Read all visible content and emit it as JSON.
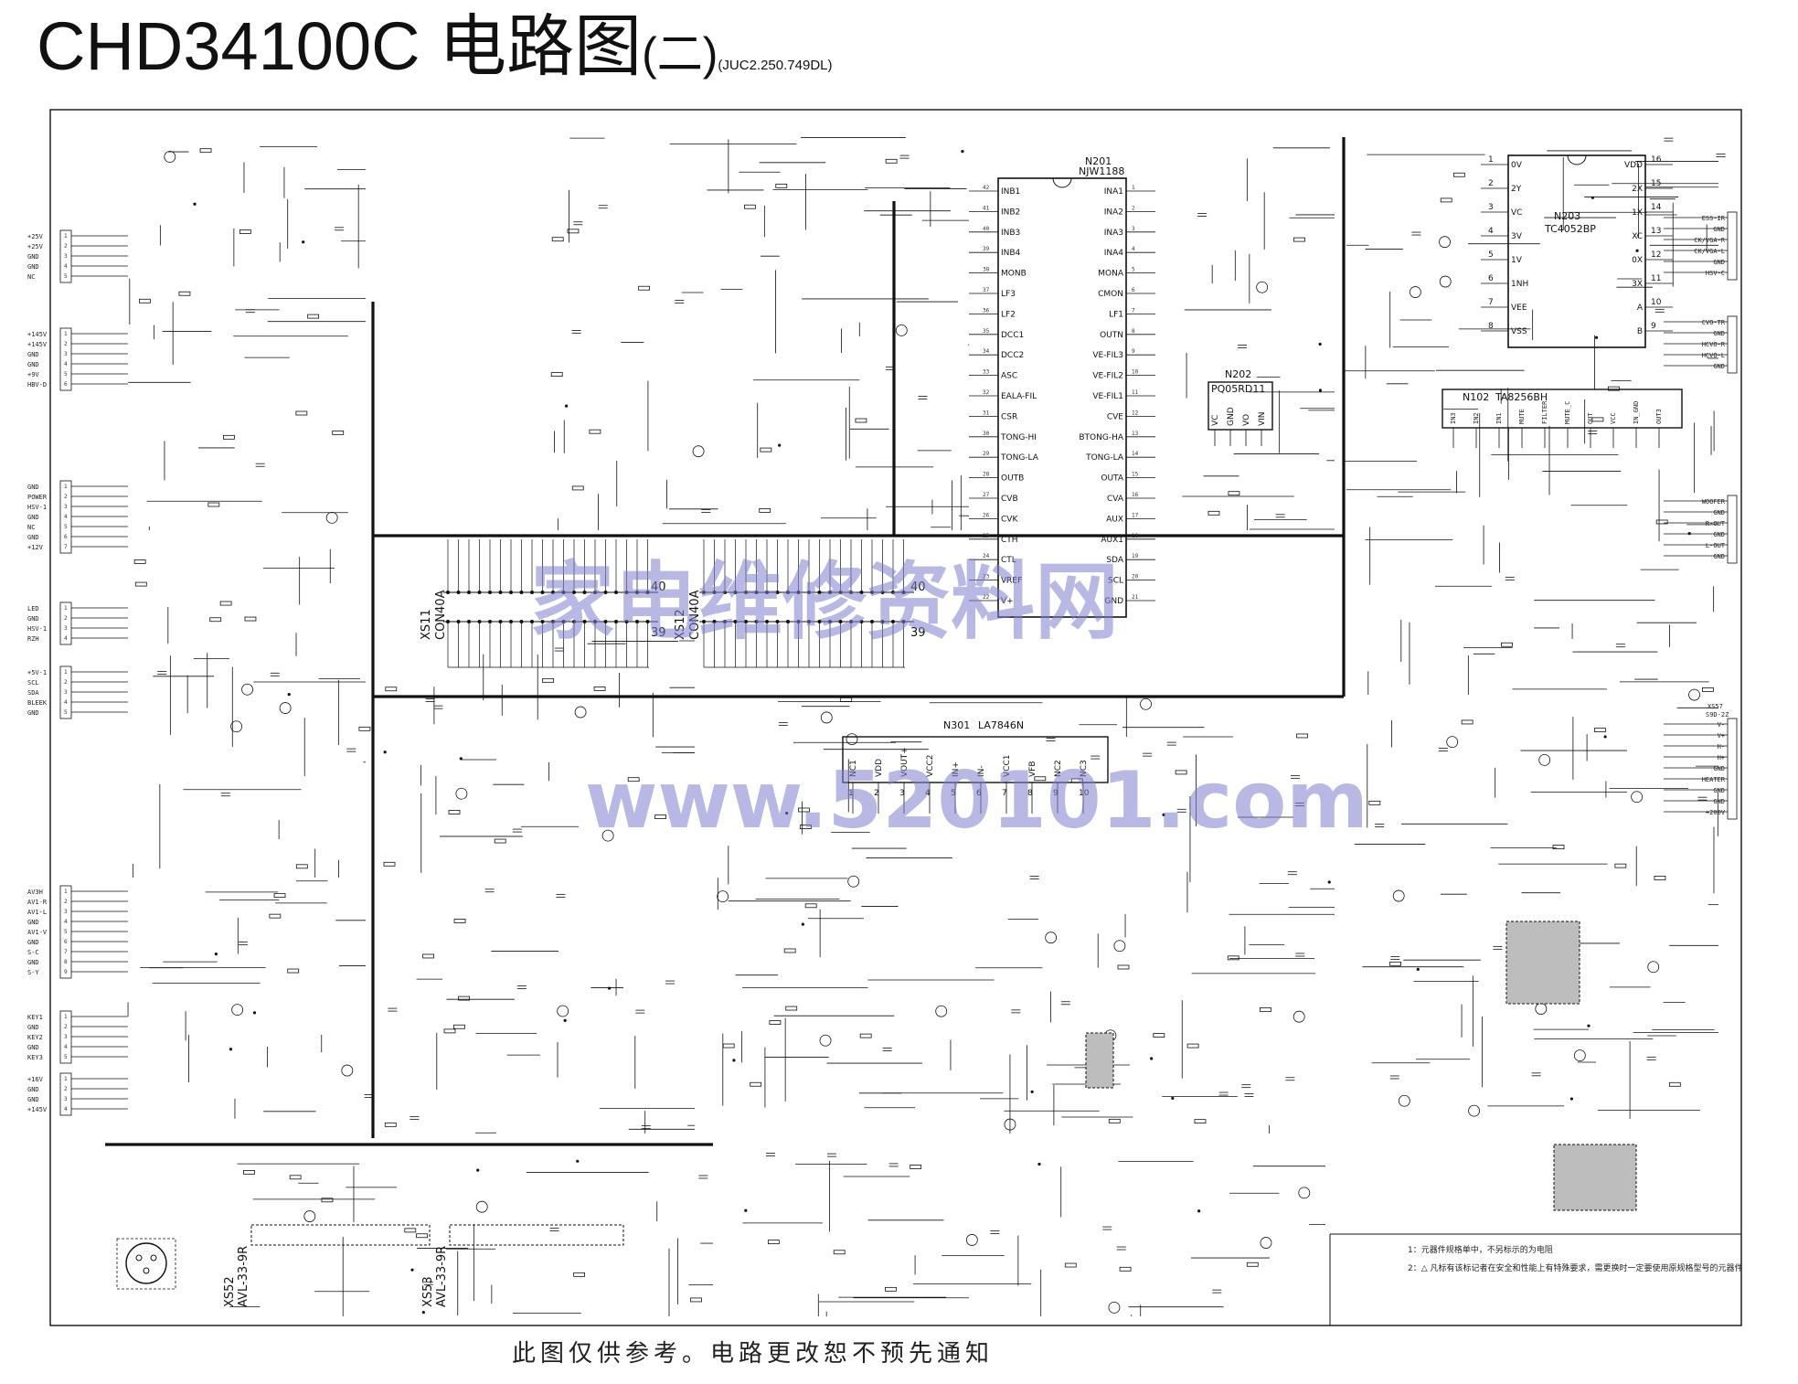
{
  "title": {
    "main": "CHD34100C 电路图",
    "suffix": "(二)",
    "code": "(JUC2.250.749DL)"
  },
  "footer": "此图仅供参考。电路更改恕不预先通知",
  "watermark": {
    "line1": "家电维修资料网",
    "line2": "www.520101.com"
  },
  "ics": {
    "n201": {
      "name": "N201",
      "part": "NJW1188",
      "left_pins": [
        "INB1",
        "INB2",
        "INB3",
        "INB4",
        "MONB",
        "LF3",
        "LF2",
        "DCC1",
        "DCC2",
        "ASC",
        "EALA-FIL",
        "CSR",
        "TONG-HI",
        "TONG-LA",
        "OUTB",
        "CVB",
        "CVK",
        "CTH",
        "CTL",
        "VREF",
        "V+"
      ],
      "right_pins": [
        "INA1",
        "INA2",
        "INA3",
        "INA4",
        "MONA",
        "CMON",
        "LF1",
        "OUTN",
        "VE-FIL3",
        "VE-FIL2",
        "VE-FIL1",
        "CVE",
        "BTONG-HA",
        "TONG-LA",
        "OUTA",
        "CVA",
        "AUX",
        "AUX1",
        "SDA",
        "SCL",
        "GND"
      ]
    },
    "n203": {
      "name": "N203",
      "part": "TC4052BP",
      "left_pins": [
        "0V",
        "2Y",
        "VC",
        "3V",
        "1V",
        "1NH",
        "VEE",
        "VSS"
      ],
      "right_pins": [
        "VDD",
        "2X",
        "1X",
        "XC",
        "0X",
        "3X",
        "A",
        "B"
      ]
    },
    "n202": {
      "name": "N202",
      "part": "PQ05RD11",
      "pins": [
        "VC",
        "GND",
        "VO",
        "VIN"
      ]
    },
    "n301": {
      "name": "N301",
      "part": "LA7846N",
      "pins": [
        "NC1",
        "VDD",
        "VOUT+",
        "VCC2",
        "IN+",
        "IN-",
        "VCC1",
        "VFB",
        "NC2",
        "NC3"
      ]
    },
    "n102": {
      "name": "N102",
      "part": "TA8256BH",
      "pins": [
        "IN3",
        "IN2",
        "IN1",
        "MUTE",
        "FILTER",
        "MUTE_C",
        "OUT",
        "VCC",
        "IN_GND",
        "OUT3"
      ]
    }
  },
  "connectors": {
    "xs11": {
      "name": "XS11",
      "part": "CON40A",
      "pin_hi": "40",
      "pin_lo": "39"
    },
    "xs12": {
      "name": "XS12",
      "part": "CON40A",
      "pin_hi": "40",
      "pin_lo": "39"
    },
    "xs52": {
      "name": "XS52",
      "part": "AVL-33-9R"
    },
    "xs53": {
      "name": "XS53",
      "part": "AVL-33-9R"
    },
    "xs57": {
      "name": "XS57",
      "part": "S9D-2Z"
    },
    "left_groups": [
      [
        "+25V",
        "+25V",
        "GND",
        "GND",
        "NC"
      ],
      [
        "+145V",
        "+145V",
        "GND",
        "GND",
        "+9V",
        "HBV-D"
      ],
      [
        "GND",
        "POWER",
        "HSV-1",
        "GND",
        "NC",
        "GND",
        "+12V"
      ],
      [
        "LED",
        "GND",
        "HSV-1",
        "RZH"
      ],
      [
        "+5V-1",
        "SCL",
        "SDA",
        "BLEEK",
        "GND"
      ],
      [
        "AV3H",
        "AV1-R",
        "AV1-L",
        "GND",
        "AV1-V",
        "GND",
        "S-C",
        "GND",
        "S-Y"
      ],
      [
        "KEY1",
        "GND",
        "KEY2",
        "GND",
        "KEY3"
      ],
      [
        "+16V",
        "GND",
        "GND",
        "+145V"
      ]
    ],
    "right_groups": [
      [
        "ESS-IR",
        "GND",
        "CK/VGA-R",
        "CK/VGA-L",
        "GND",
        "HSV-C"
      ],
      [
        "CVO-TR",
        "GND",
        "HCVO-R",
        "HCVO-L",
        "GND"
      ],
      [
        "WOOFER",
        "GND",
        "R-OUT",
        "GND",
        "L-OUT",
        "GND"
      ],
      [
        "V-",
        "V+",
        "H-",
        "H+",
        "GND",
        "HEATER",
        "GND",
        "GND",
        "+200V"
      ]
    ]
  },
  "notes": [
    "1：元器件规格单中，不另标示的为电阻",
    "2：△ 凡标有该标记者在安全和性能上有特殊要求，需更换时一定要使用原规格型号的元器件"
  ]
}
